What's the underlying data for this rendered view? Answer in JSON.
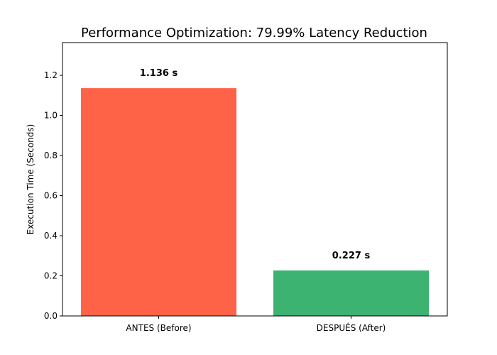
{
  "chart_data": {
    "type": "bar",
    "title": "Performance Optimization: 79.99% Latency Reduction",
    "xlabel": "",
    "ylabel": "Execution Time (Seconds)",
    "categories": [
      "ANTES (Before)",
      "DESPUÉS (After)"
    ],
    "values": [
      1.136,
      0.227
    ],
    "data_labels": [
      "1.136 s",
      "0.227 s"
    ],
    "colors": [
      "#ff6347",
      "#3cb371"
    ],
    "ylim": [
      0,
      1.363
    ],
    "yticks": [
      0.0,
      0.2,
      0.4,
      0.6,
      0.8,
      1.0,
      1.2
    ],
    "ytick_labels": [
      "0.0",
      "0.2",
      "0.4",
      "0.6",
      "0.8",
      "1.0",
      "1.2"
    ],
    "grid": false,
    "legend": "none"
  }
}
